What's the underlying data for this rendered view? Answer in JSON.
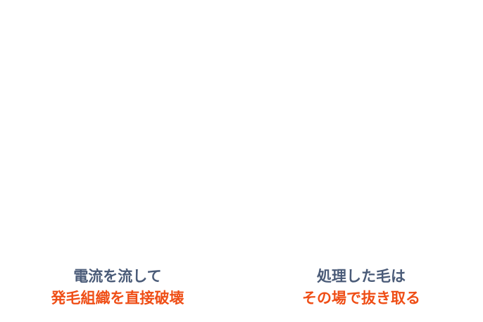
{
  "colors": {
    "primary_text": "#4a5b78",
    "accent_text": "#ef4e16",
    "background": "#ffffff"
  },
  "steps": [
    {
      "line1": "電流を流して",
      "line2": "発毛組織を直接破壊"
    },
    {
      "line1": "処理した毛は",
      "line2": "その場で抜き取る"
    }
  ]
}
